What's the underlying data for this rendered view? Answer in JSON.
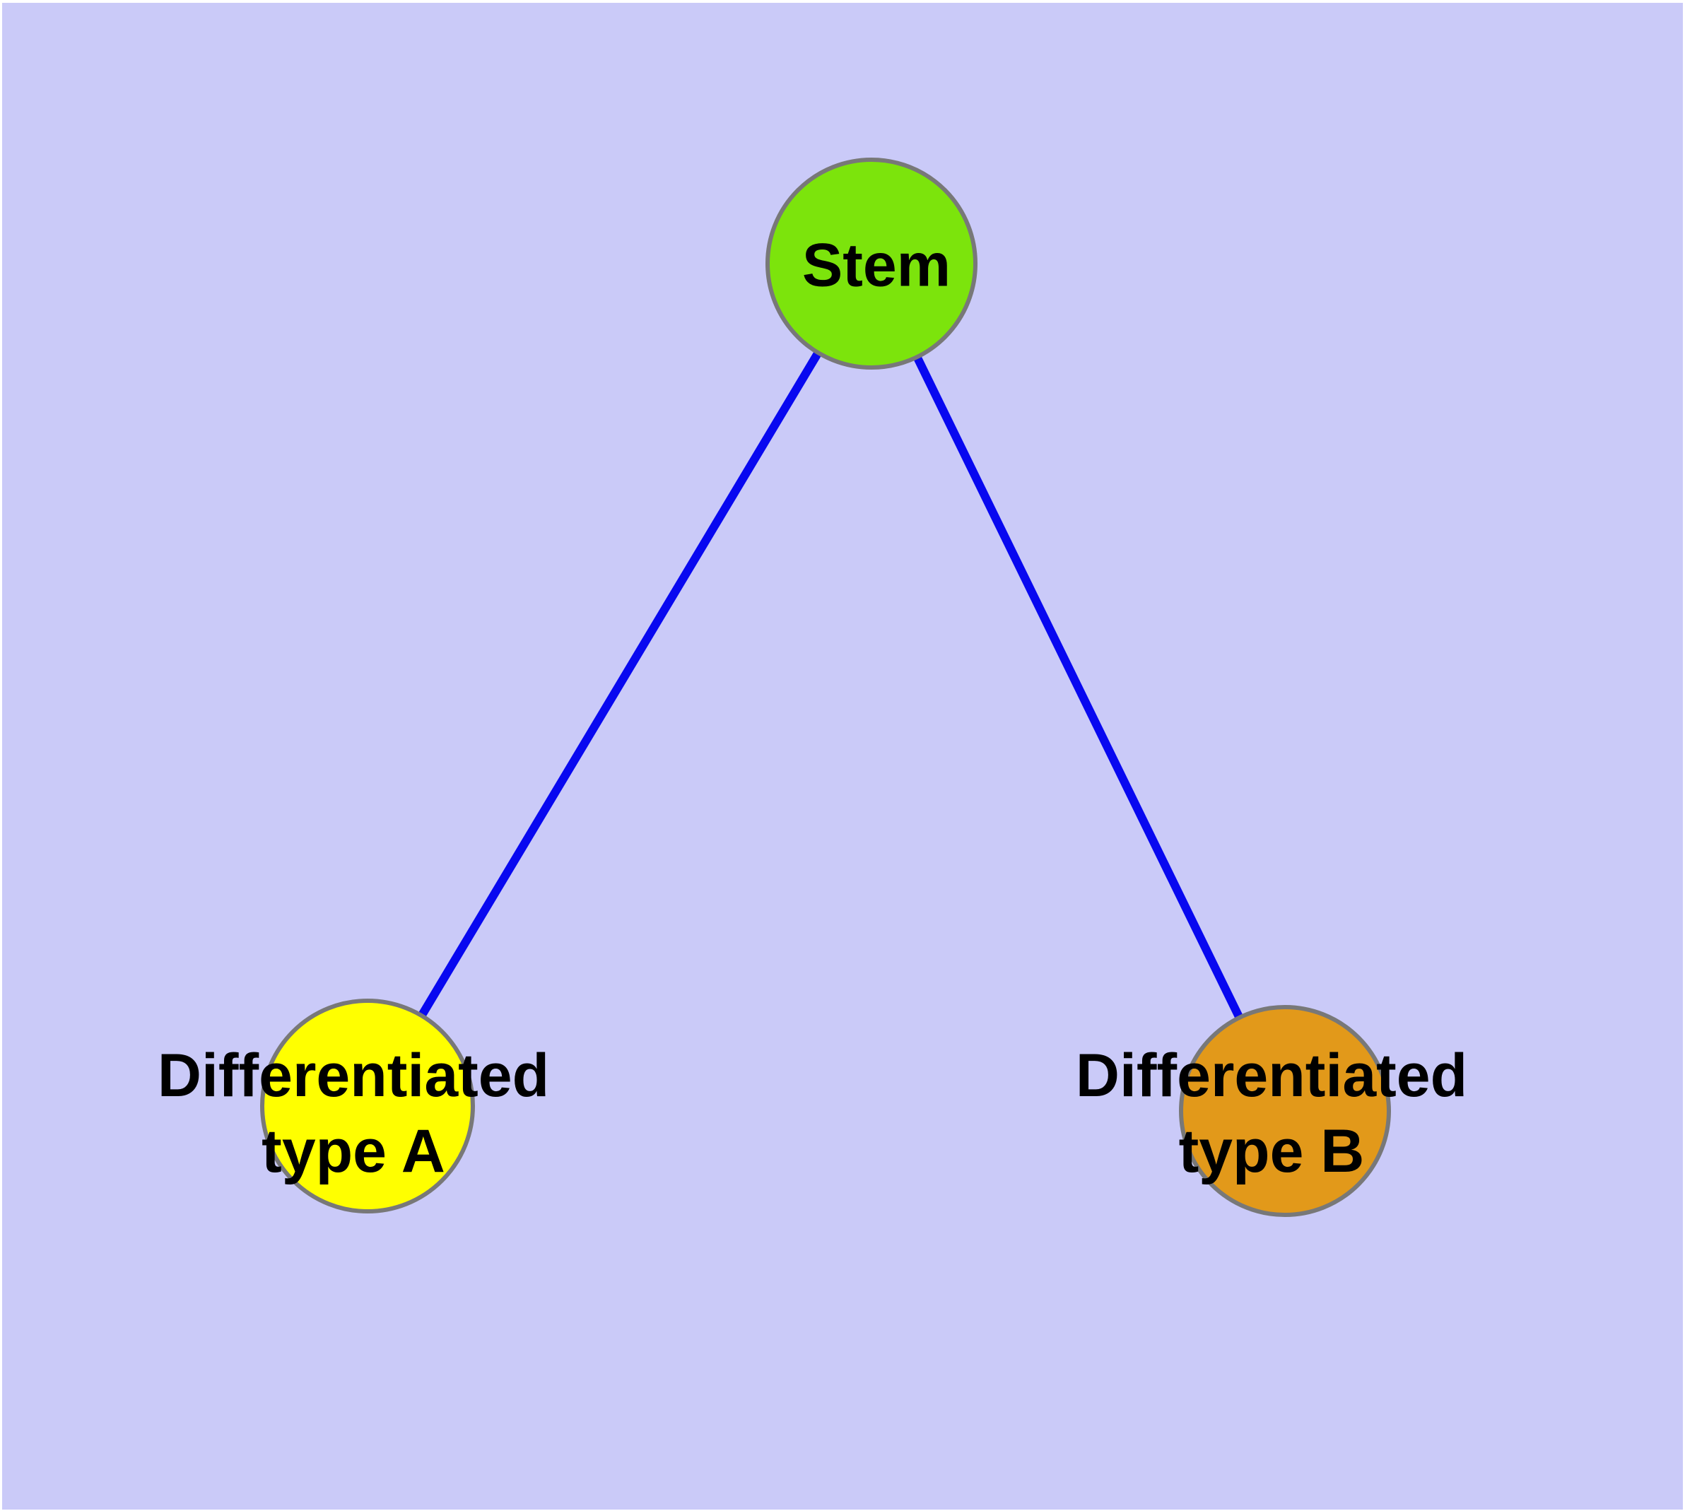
{
  "diagram": {
    "background": "#CACAF8",
    "frame_color": "#FFFFFF",
    "node_border_color": "#787878",
    "edge_color": "#0808F0",
    "text_color": "#000000",
    "nodes": {
      "stem": {
        "label": "Stem",
        "fill": "#7CE40C"
      },
      "type_a": {
        "label_line1": "Differentiated",
        "label_line2": "type A",
        "fill": "#FFFF00"
      },
      "type_b": {
        "label_line1": "Differentiated",
        "label_line2": "type B",
        "fill": "#E2991A"
      }
    },
    "edges": [
      {
        "from": "Stem",
        "to": "Differentiated type A"
      },
      {
        "from": "Stem",
        "to": "Differentiated type B"
      }
    ]
  }
}
